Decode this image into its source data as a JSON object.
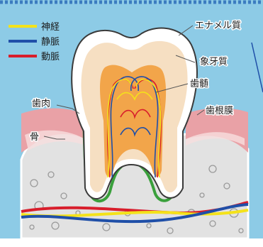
{
  "legend": {
    "items": [
      {
        "label": "神経",
        "color": "#f4e21a"
      },
      {
        "label": "静脈",
        "color": "#1f4fa8"
      },
      {
        "label": "動脈",
        "color": "#d81e2c"
      }
    ]
  },
  "labels": {
    "enamel": "エナメル質",
    "dentin": "象牙質",
    "pulp": "歯髄",
    "gum": "歯肉",
    "periodontal_ligament": "歯根膜",
    "bone": "骨"
  },
  "colors": {
    "background": "#8dcbe6",
    "border_dash": "#3b7cc0",
    "gum": "#e9a1a6",
    "gum_light": "#f7dede",
    "bone": "#e2e2e2",
    "enamel": "#ffffff",
    "dentin": "#f6dfc2",
    "pulp": "#f2a54a",
    "ligament": "#3aa03c"
  }
}
